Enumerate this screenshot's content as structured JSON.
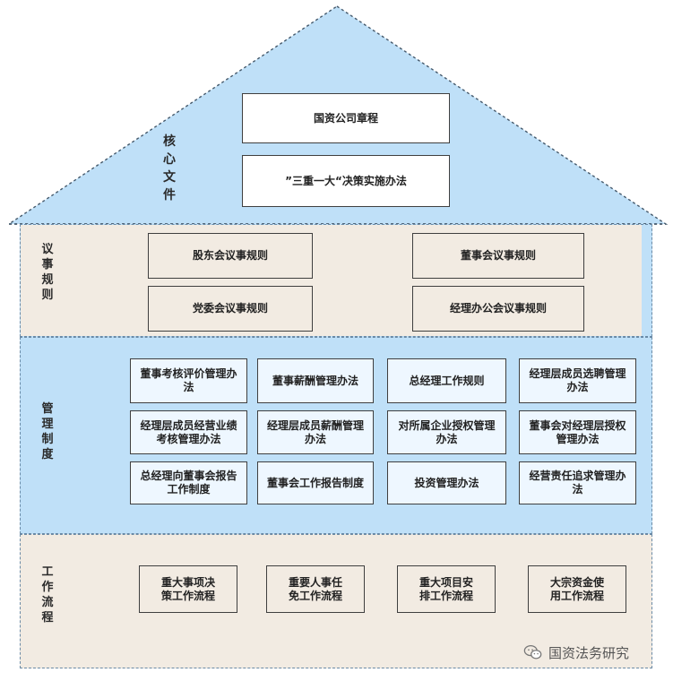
{
  "colors": {
    "blue": "#bfe0f8",
    "beige": "#f2ebe2",
    "border": "#3f3f3f"
  },
  "sections": {
    "core": {
      "label": "核心文件",
      "items": [
        "国资公司章程",
        "”三重一大“决策实施办法"
      ]
    },
    "rules": {
      "label": "议事规则",
      "items": [
        "股东会议事规则",
        "董事会议事规则",
        "党委会议事规则",
        "经理办公会议事规则"
      ]
    },
    "management": {
      "label": "管理制度",
      "items": [
        "董事考核评价管理办法",
        "董事薪酬管理办法",
        "总经理工作规则",
        "经理层成员选聘管理办法",
        "经理层成员经营业绩考核管理办法",
        "经理层成员薪酬管理办法",
        "对所属企业授权管理办法",
        "董事会对经理层授权管理办法",
        "总经理向董事会报告工作制度",
        "董事会工作报告制度",
        "投资管理办法",
        "经营责任追求管理办法"
      ]
    },
    "workflow": {
      "label": "工作流程",
      "items": [
        "重大事项决策工作流程",
        "重要人事任免工作流程",
        "重大项目安排工作流程",
        "大宗资金使用工作流程"
      ]
    }
  },
  "watermark": {
    "icon": "wechat-icon",
    "text": "国资法务研究"
  }
}
